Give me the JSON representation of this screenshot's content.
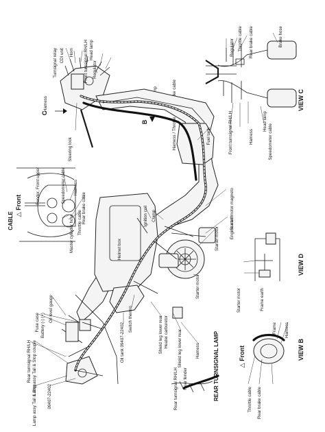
{
  "page_title": "CABLE",
  "views": {
    "view_b": "VIEW B",
    "view_c": "VIEW C",
    "view_d": "VIEW D",
    "rear_turnsignal_lamp": "REAR TURNSIGNAL LAMP"
  },
  "markers": {
    "b": "B",
    "c": "C",
    "d": "D",
    "front_main": "Front",
    "front_view_b": "Front"
  },
  "labels": {
    "brake_hose": "Brake hose",
    "rear_brake_cable_c": "Rear brake cable",
    "throttle_cable_c": "Throttle cable",
    "regulator": "Regulator",
    "head_lamp_c": "Head lamp",
    "harness_c": "Harness",
    "speedometer_cable_c": "Speedometer cable",
    "front_turnsignal_rh_lh_c": "Front turnsignal RH/LH",
    "turnsignal_relay": "Turnsignal relay",
    "cdi_unit": "CDI unit",
    "horn": "Horn",
    "regulator_top": "Regulator",
    "front_turnsignal_rh_lh_top": "Front turnsignal RH/LH",
    "head_lamp_top": "Head lamp",
    "harness_top": "Harness",
    "clamp_top": "Clamp",
    "harness_throttle_brake": "Harness / Throttle cable / Brake cable",
    "steering_lock": "Steering lock",
    "fuel_tank": "Fuel tank",
    "fender_front_upper": "Fender, Front upper",
    "speedometer_cable_mid": "Speedometer cable",
    "harness_mid": "Harness",
    "rear_brake_cable_mid": "Rear brake cable",
    "throttle_cable_mid": "Throttle cable",
    "master_cylinder_hose": "Master cylinder hose",
    "clamp_mid": "Clamp",
    "ignition_coil": "Ignition coil",
    "starter_motor_magneto": "Starter motor magneto",
    "engine_earth": "Engine earth",
    "starter_motor_mid": "Starter motor",
    "starter_motor_lower": "Starter motor",
    "helmet_box": "Helmet box",
    "frame_earth": "Frame earth",
    "starter_motor_d": "Starter motor",
    "oil_level_gauge": "Oil level gauge",
    "fuse_case": "Fuse case",
    "battery": "Battery (-) (+)",
    "switch_thermo": "Switch thermo",
    "oil_tank": "Oil tank 09407-22402",
    "shield_leg_lower": "Shield leg lower rear",
    "heater_carburetor": "Heater carburetor",
    "shield_leg_lower_rear": "Shield leg lower rear",
    "harness_rear": "Harness",
    "rear_turnsignal_rh_lh_top": "Rear turnsignal RH/LH",
    "lamp_assy_tail_stop_coupler": "Lamp assy Tail & Stop couple",
    "lamp_assy_tail_stop": "Lamp assy Tail & Stop",
    "part_09407": "09407-22402",
    "rear_turnsignal_rh_lh_bottom": "Rear turnsignal RH/LH",
    "rear_fender": "Rear fender",
    "frame_b": "Frame",
    "harness_b": "Harness",
    "throttle_cable_b": "Throttle cable",
    "rear_brake_cable_b": "Rear brake cable"
  }
}
